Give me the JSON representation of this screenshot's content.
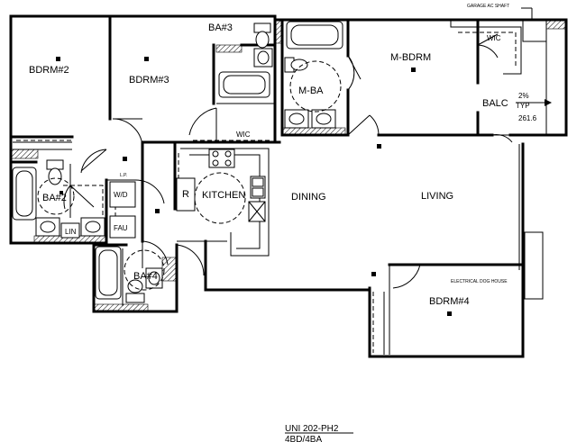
{
  "rooms": {
    "bdrm2": "BDRM#2",
    "bdrm3": "BDRM#3",
    "ba3": "BA#3",
    "m_bdrm": "M-BDRM",
    "wic_top": "WIC",
    "m_ba": "M-BA",
    "balc": "BALC",
    "wic_mid": "WIC",
    "lp": "L.P.",
    "wd": "W/D",
    "r": "R",
    "kitchen": "KITCHEN",
    "dining": "DINING",
    "living": "LIVING",
    "ba2": "BA#2",
    "lin": "LIN",
    "fau": "FAU",
    "ba4": "BA#4",
    "bdrm4": "BDRM#4"
  },
  "notes": {
    "garage_ac": "GARAGE AC SHAFT",
    "slope_pct": "2%",
    "slope_typ": "TYP",
    "elevation": "261.6",
    "electrical": "ELECTRICAL DOG HOUSE"
  },
  "title": {
    "line1": "UNI 202-PH2",
    "line2": "4BD/4BA"
  }
}
